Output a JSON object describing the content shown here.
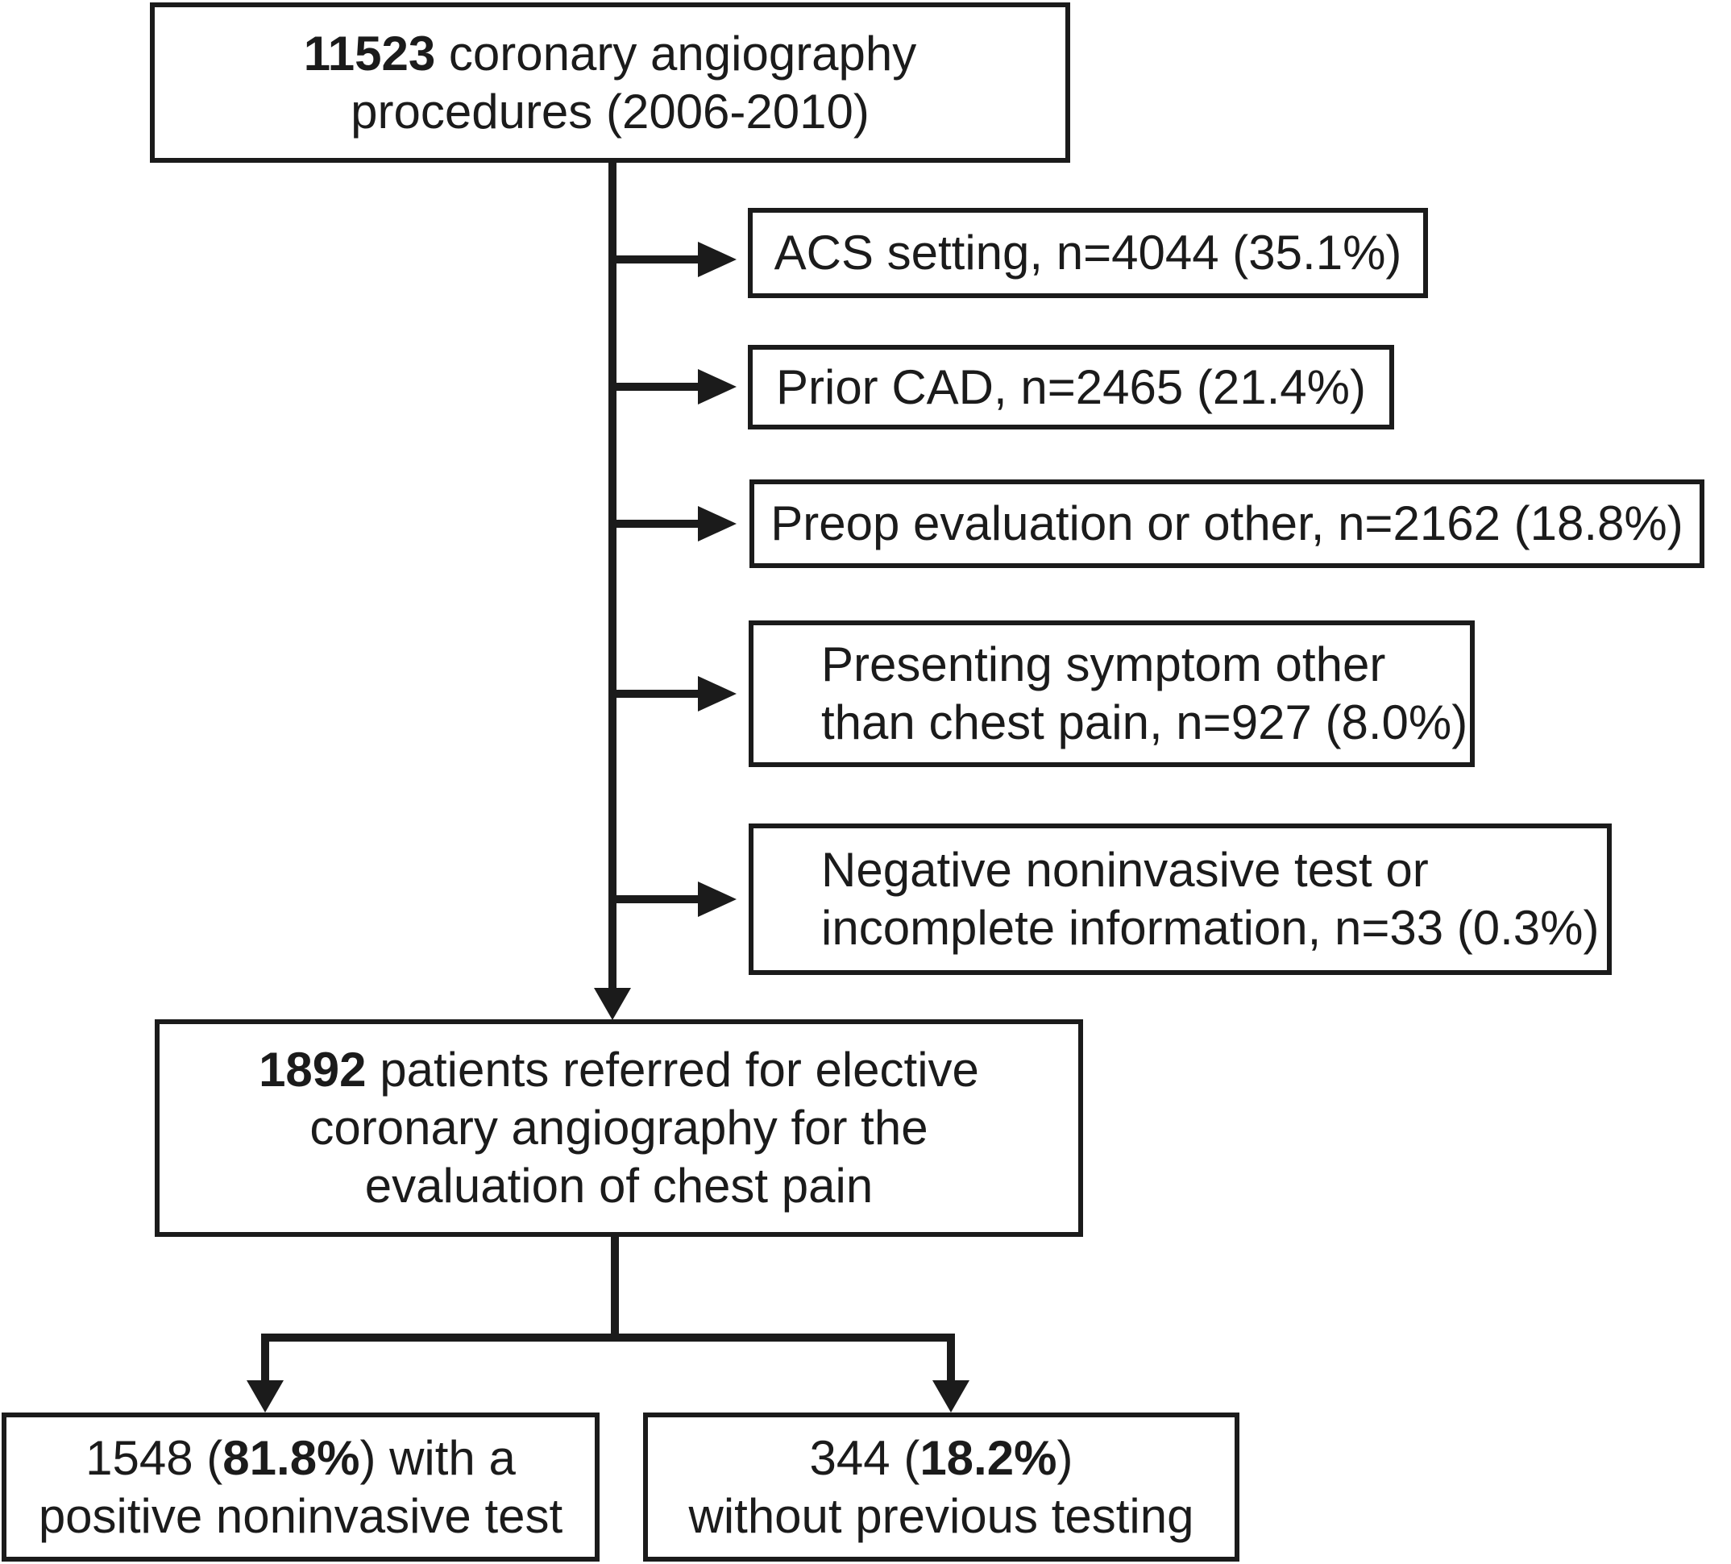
{
  "figure": {
    "title_semantic": "Study flow diagram of coronary angiography procedures",
    "colors": {
      "ink": "#1b1b1b",
      "background": "#ffffff"
    },
    "boxes": {
      "source": {
        "line1_bold": "11523",
        "line1_rest": " coronary angiography",
        "line2": "procedures (2006-2010)"
      },
      "exclusions": [
        {
          "label": "ACS setting, n=4044 (35.1%)"
        },
        {
          "label": "Prior CAD, n=2465 (21.4%)"
        },
        {
          "label": "Preop evaluation or other, n=2162 (18.8%)"
        },
        {
          "line1": "Presenting symptom other",
          "line2": "than chest pain, n=927 (8.0%)"
        },
        {
          "line1": "Negative noninvasive test or",
          "line2": "incomplete information, n=33 (0.3%)"
        }
      ],
      "cohort": {
        "line1_bold": "1892",
        "line1_rest": " patients referred for elective",
        "line2": "coronary angiography for the",
        "line3": "evaluation of chest pain"
      },
      "positive_test": {
        "line1_pre": "1548 (",
        "line1_bold": "81.8%",
        "line1_post": ") with a",
        "line2": "positive noninvasive test"
      },
      "no_testing": {
        "line1_pre": "344 (",
        "line1_bold": "18.2%",
        "line1_post": ")",
        "line2": "without previous testing"
      }
    }
  }
}
